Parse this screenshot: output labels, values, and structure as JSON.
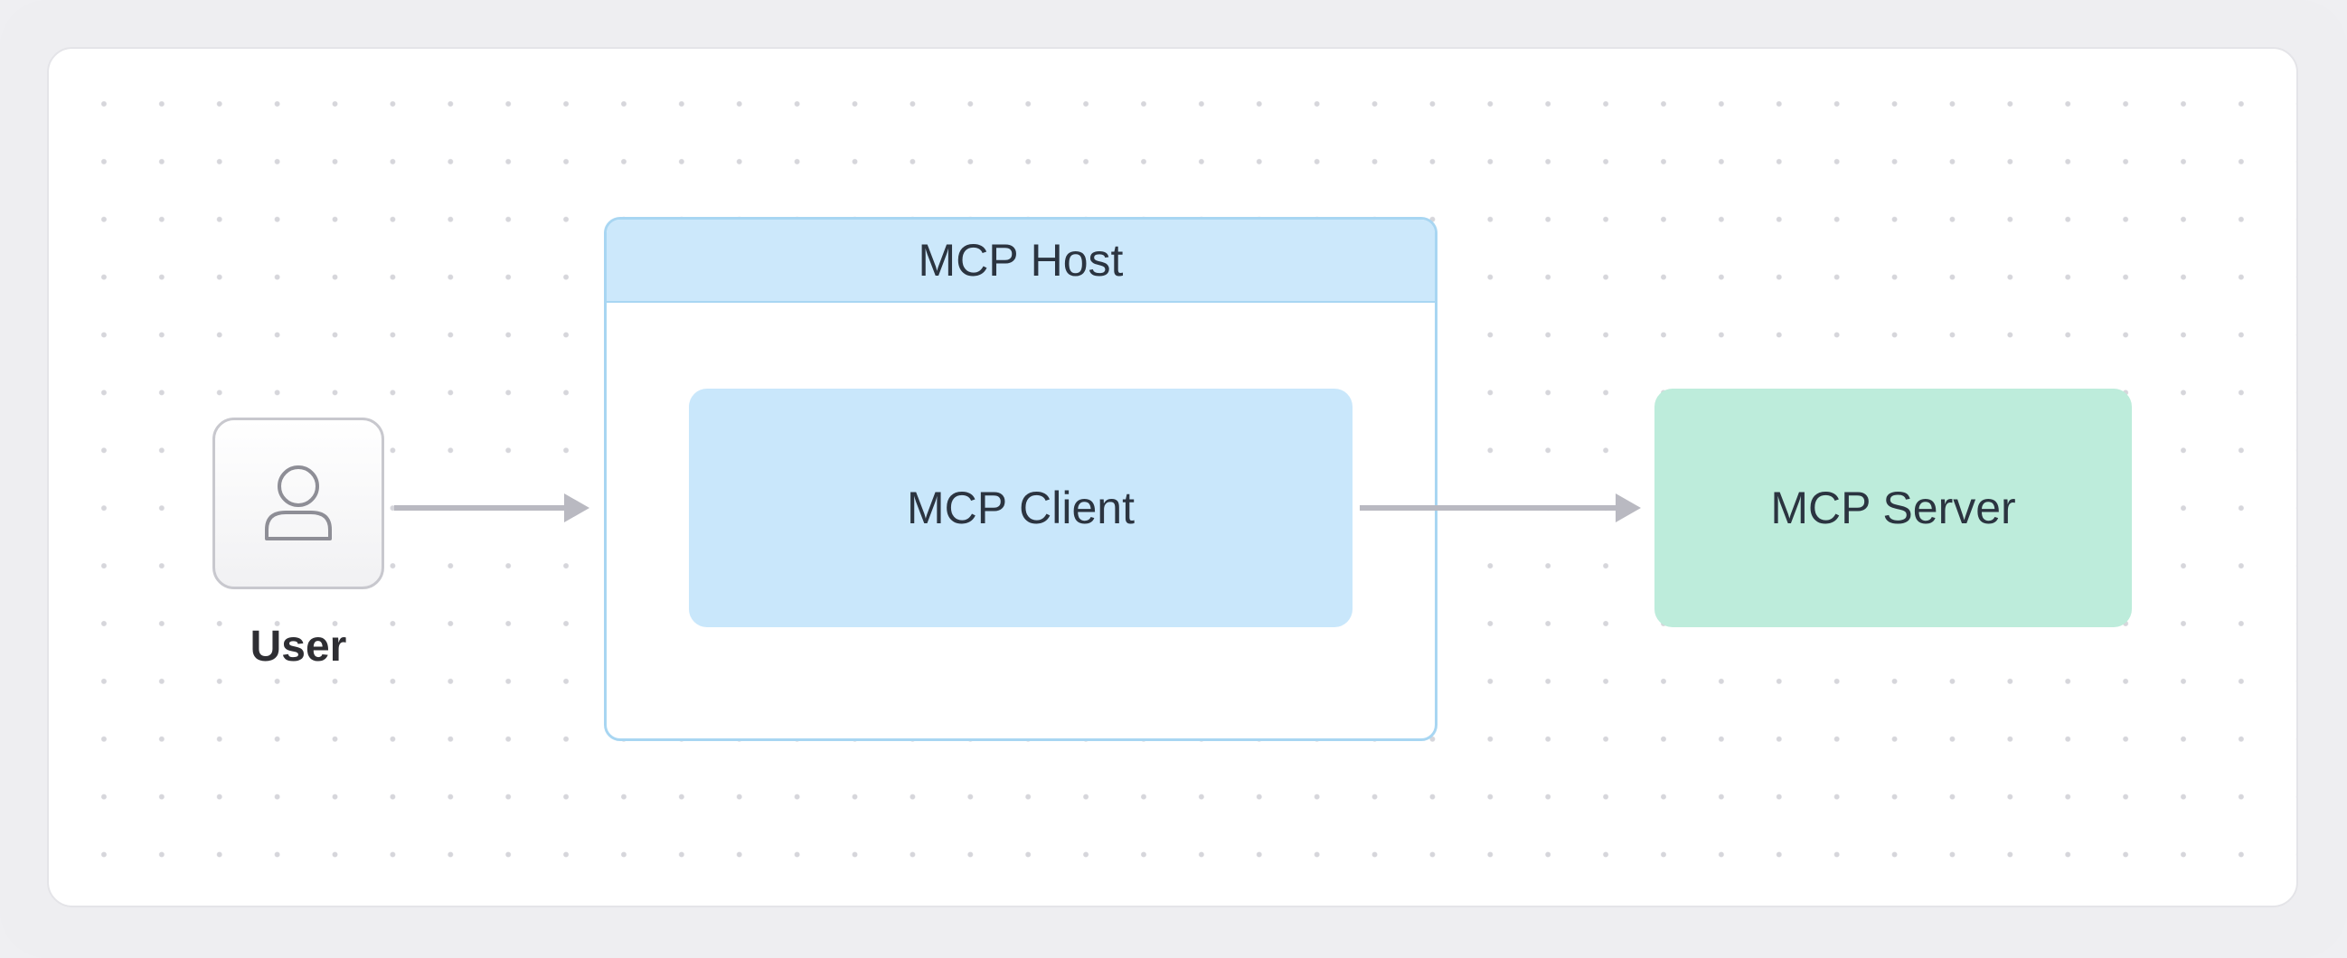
{
  "diagram": {
    "user": {
      "label": "User",
      "icon": "user-icon"
    },
    "host": {
      "label": "MCP Host"
    },
    "client": {
      "label": "MCP Client"
    },
    "server": {
      "label": "MCP Server"
    }
  },
  "colors": {
    "host_header": "#cce8fb",
    "host_border": "#a8d6f2",
    "client_fill": "#c9e7fb",
    "server_fill": "#bdecdb",
    "arrow": "#b9b9c1",
    "text": "#2b3440"
  }
}
